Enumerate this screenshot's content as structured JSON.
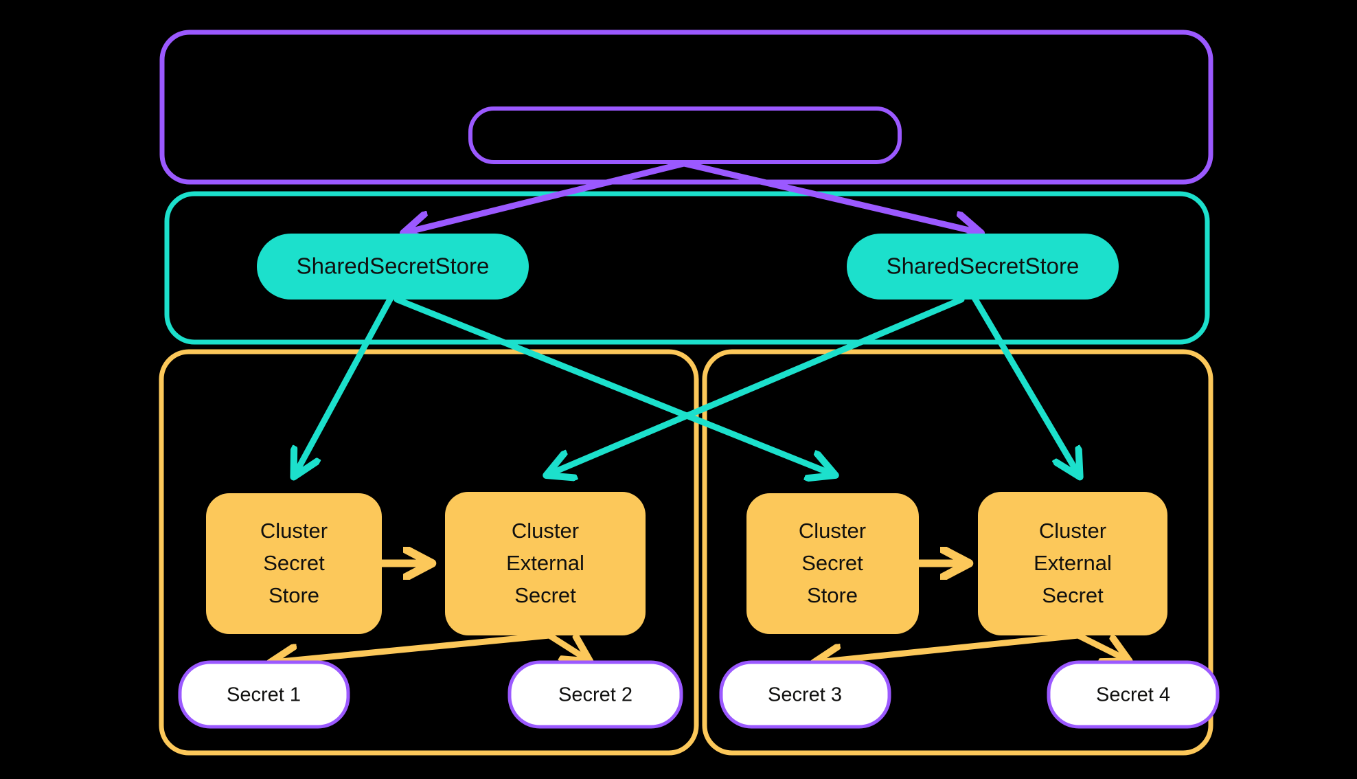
{
  "diagram": {
    "title": "External Secrets Operator shared secret store architecture",
    "background_color": "#000000",
    "groups": [
      {
        "id": "operator-scope",
        "label": "",
        "border_color": "#9B59FF",
        "shape": "rounded-rect"
      },
      {
        "id": "shared-scope",
        "label": "",
        "border_color": "#1CE0CC",
        "shape": "rounded-rect"
      },
      {
        "id": "cluster-a",
        "label": "",
        "border_color": "#FCC85A",
        "shape": "rounded-rect"
      },
      {
        "id": "cluster-b",
        "label": "",
        "border_color": "#FCC85A",
        "shape": "rounded-rect"
      }
    ],
    "nodes": {
      "operator": {
        "label": "",
        "border_color": "#9B59FF",
        "fill": "#000000"
      },
      "shared_store_left": {
        "label": "SharedSecretStore",
        "fill": "#1CE0CC",
        "text_color": "#10100f"
      },
      "shared_store_right": {
        "label": "SharedSecretStore",
        "fill": "#1CE0CC",
        "text_color": "#10100f"
      },
      "cluster_secret_store_a": {
        "lines": [
          "Cluster",
          "Secret",
          "Store"
        ],
        "fill": "#FCC85A",
        "text_color": "#10100f"
      },
      "cluster_external_secret_a": {
        "lines": [
          "Cluster",
          "External",
          "Secret"
        ],
        "fill": "#FCC85A",
        "text_color": "#10100f"
      },
      "cluster_secret_store_b": {
        "lines": [
          "Cluster",
          "Secret",
          "Store"
        ],
        "fill": "#FCC85A",
        "text_color": "#10100f"
      },
      "cluster_external_secret_b": {
        "lines": [
          "Cluster",
          "External",
          "Secret"
        ],
        "fill": "#FCC85A",
        "text_color": "#10100f"
      },
      "secret_1": {
        "label": "Secret 1",
        "fill": "#FFFFFF",
        "border_color": "#9B59FF",
        "text_color": "#10100f"
      },
      "secret_2": {
        "label": "Secret 2",
        "fill": "#FFFFFF",
        "border_color": "#9B59FF",
        "text_color": "#10100f"
      },
      "secret_3": {
        "label": "Secret 3",
        "fill": "#FFFFFF",
        "border_color": "#9B59FF",
        "text_color": "#10100f"
      },
      "secret_4": {
        "label": "Secret 4",
        "fill": "#FFFFFF",
        "border_color": "#9B59FF",
        "text_color": "#10100f"
      }
    },
    "edges": [
      {
        "from": "operator",
        "to": "shared_store_left",
        "color": "#9B59FF"
      },
      {
        "from": "operator",
        "to": "shared_store_right",
        "color": "#9B59FF"
      },
      {
        "from": "shared_store_left",
        "to": "cluster_secret_store_a",
        "color": "#1CE0CC"
      },
      {
        "from": "shared_store_left",
        "to": "cluster_secret_store_b",
        "color": "#1CE0CC"
      },
      {
        "from": "shared_store_right",
        "to": "cluster_external_secret_a",
        "color": "#1CE0CC"
      },
      {
        "from": "shared_store_right",
        "to": "cluster_external_secret_b",
        "color": "#1CE0CC"
      },
      {
        "from": "cluster_secret_store_a",
        "to": "cluster_external_secret_a",
        "color": "#FCC85A"
      },
      {
        "from": "cluster_secret_store_b",
        "to": "cluster_external_secret_b",
        "color": "#FCC85A"
      },
      {
        "from": "cluster_external_secret_a",
        "to": "secret_1",
        "color": "#FCC85A"
      },
      {
        "from": "cluster_external_secret_a",
        "to": "secret_2",
        "color": "#FCC85A"
      },
      {
        "from": "cluster_external_secret_b",
        "to": "secret_3",
        "color": "#FCC85A"
      },
      {
        "from": "cluster_external_secret_b",
        "to": "secret_4",
        "color": "#FCC85A"
      }
    ],
    "colors": {
      "purple": "#9B59FF",
      "teal": "#1CE0CC",
      "orange": "#FCC85A",
      "white": "#FFFFFF",
      "text": "#10100f",
      "background": "#000000"
    }
  }
}
